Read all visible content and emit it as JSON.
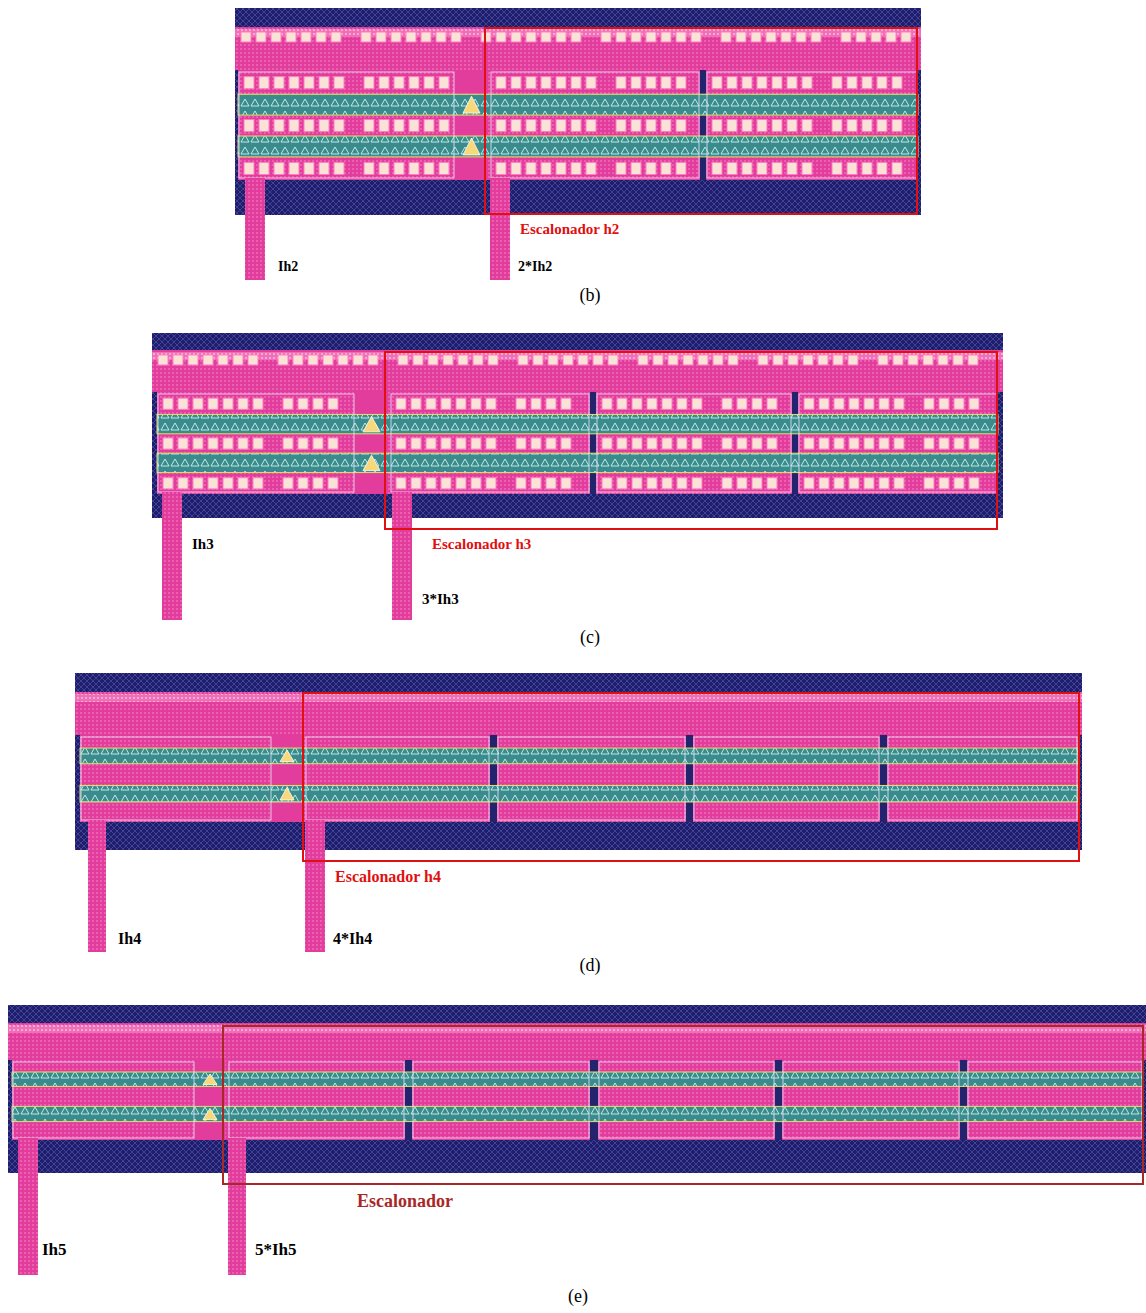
{
  "diagram": {
    "nodes": [
      {
        "text": [
          "Escalonador h2"
        ]
      },
      {
        "text": [
          "Escalonador h3"
        ]
      },
      {
        "text": [
          "Escalonador h4"
        ]
      },
      {
        "text": [
          "Escalonador"
        ]
      }
    ],
    "labels": [
      "Ih2",
      "2*Ih2",
      "(b)",
      "Ih3",
      "3*Ih3",
      "(c)",
      "Ih4",
      "4*Ih4",
      "(d)",
      "Ih5",
      "5*Ih5",
      "(e)"
    ]
  }
}
